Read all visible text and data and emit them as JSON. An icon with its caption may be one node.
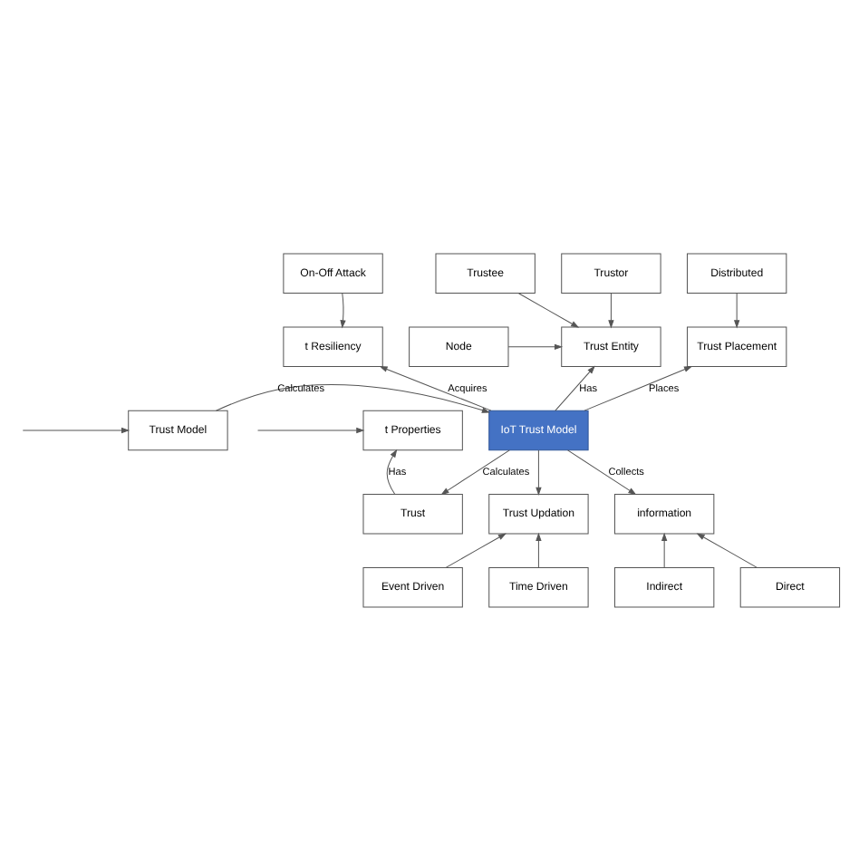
{
  "diagram": {
    "nodes": [
      {
        "text": [
          "On-Off Attack"
        ]
      },
      {
        "text": [
          "Distributed"
        ]
      },
      {
        "text": [
          "Trustor"
        ]
      },
      {
        "text": [
          "Trustee"
        ]
      },
      {
        "text": [
          "t Resiliency"
        ]
      },
      {
        "text": [
          "Trust Placement"
        ]
      },
      {
        "text": [
          "Node"
        ]
      },
      {
        "text": [
          "Trust Entity"
        ]
      },
      {
        "text": [
          "t Properties"
        ]
      },
      {
        "text": [
          "IoT Trust Model"
        ]
      },
      {
        "text": [
          "Trust Model"
        ]
      },
      {
        "text": [
          "Trust"
        ]
      },
      {
        "text": [
          "Trust Updation"
        ]
      },
      {
        "text": [
          "information"
        ]
      },
      {
        "text": [
          "Direct"
        ]
      },
      {
        "text": [
          "Indirect"
        ]
      },
      {
        "text": [
          "Event Driven"
        ]
      },
      {
        "text": [
          "Time Driven"
        ]
      }
    ],
    "edges": [
      {
        "from": 0,
        "to": 4,
        "arrow": "to"
      },
      {
        "from": 1,
        "to": 5,
        "arrow": "to"
      },
      {
        "from": 2,
        "to": 7,
        "arrow": "to"
      },
      {
        "from": 3,
        "to": 7,
        "arrow": "to"
      },
      {
        "from": 6,
        "to": 7,
        "arrow": "to"
      },
      {
        "from": 9,
        "to": 4,
        "arrow": "to",
        "label": "Acquires"
      },
      {
        "from": 9,
        "to": 5,
        "arrow": "to",
        "label": "Places"
      },
      {
        "from": 9,
        "to": 7,
        "arrow": "to",
        "label": "Has"
      },
      {
        "from": null,
        "to": 8,
        "arrow": "to"
      },
      {
        "from": 10,
        "to": 9,
        "arrow": "to",
        "label": "Calculates"
      },
      {
        "from": null,
        "to": 10,
        "arrow": "to"
      },
      {
        "from": 11,
        "to": 8,
        "arrow": "to",
        "label": "Has"
      },
      {
        "from": 9,
        "to": 11,
        "arrow": "to",
        "label": "Calculates"
      },
      {
        "from": 9,
        "to": 12,
        "arrow": "to"
      },
      {
        "from": 9,
        "to": 13,
        "arrow": "to",
        "label": "Collects"
      },
      {
        "from": 14,
        "to": 13,
        "arrow": "to"
      },
      {
        "from": 15,
        "to": 13,
        "arrow": "to"
      },
      {
        "from": 16,
        "to": 12,
        "arrow": "to"
      },
      {
        "from": 17,
        "to": 12,
        "arrow": "to"
      }
    ]
  }
}
